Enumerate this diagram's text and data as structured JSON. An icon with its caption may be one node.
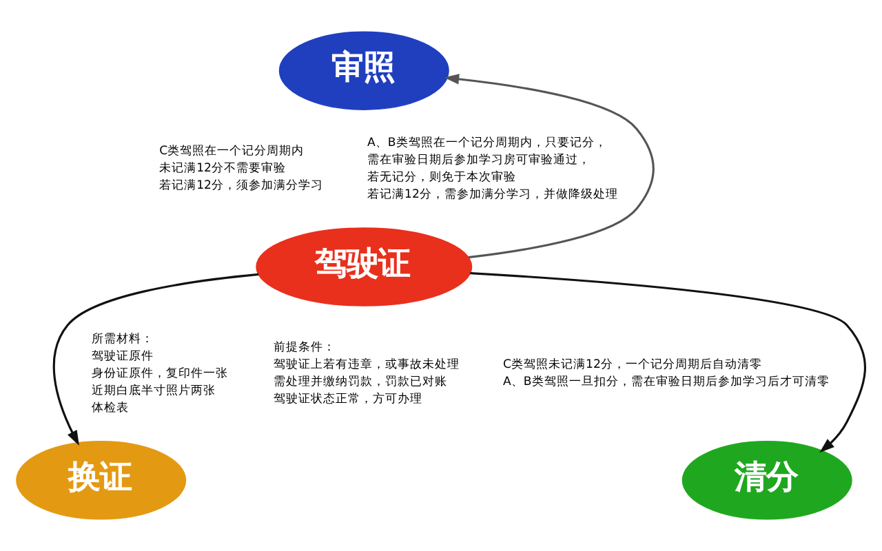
{
  "diagram": {
    "nodes": [
      {
        "text": [
          "审照"
        ]
      },
      {
        "text": [
          "驾驶证"
        ]
      },
      {
        "text": [
          "换证"
        ]
      },
      {
        "text": [
          "清分"
        ]
      }
    ],
    "edges": [
      {
        "from": 1,
        "to": 0,
        "arrow": "to",
        "color": "#555555"
      },
      {
        "from": 1,
        "to": 2,
        "arrow": "to"
      },
      {
        "from": 1,
        "to": 3,
        "arrow": "to"
      }
    ],
    "labels": [
      "C类驾照在一个记分周期内",
      "未记满12分不需要审验",
      "若记满12分，须参加满分学习",
      "A、B类驾照在一个记分周期内，只要记分，",
      "需在审验日期后参加学习房可审验通过，",
      "若无记分，则免于本次审验",
      "若记满12分，需参加满分学习，并做降级处理",
      "所需材料：",
      "驾驶证原件",
      "身份证原件，复印件一张",
      "近期白底半寸照片两张",
      "体检表",
      "前提条件：",
      "驾驶证上若有违章，或事故未处理",
      "需处理并缴纳罚款，罚款已对账",
      "驾驶证状态正常，方可办理",
      "C类驾照未记满12分，一个记分周期后自动清零",
      "A、B类驾照一旦扣分，需在审验日期后参加学习后才可清零"
    ]
  }
}
